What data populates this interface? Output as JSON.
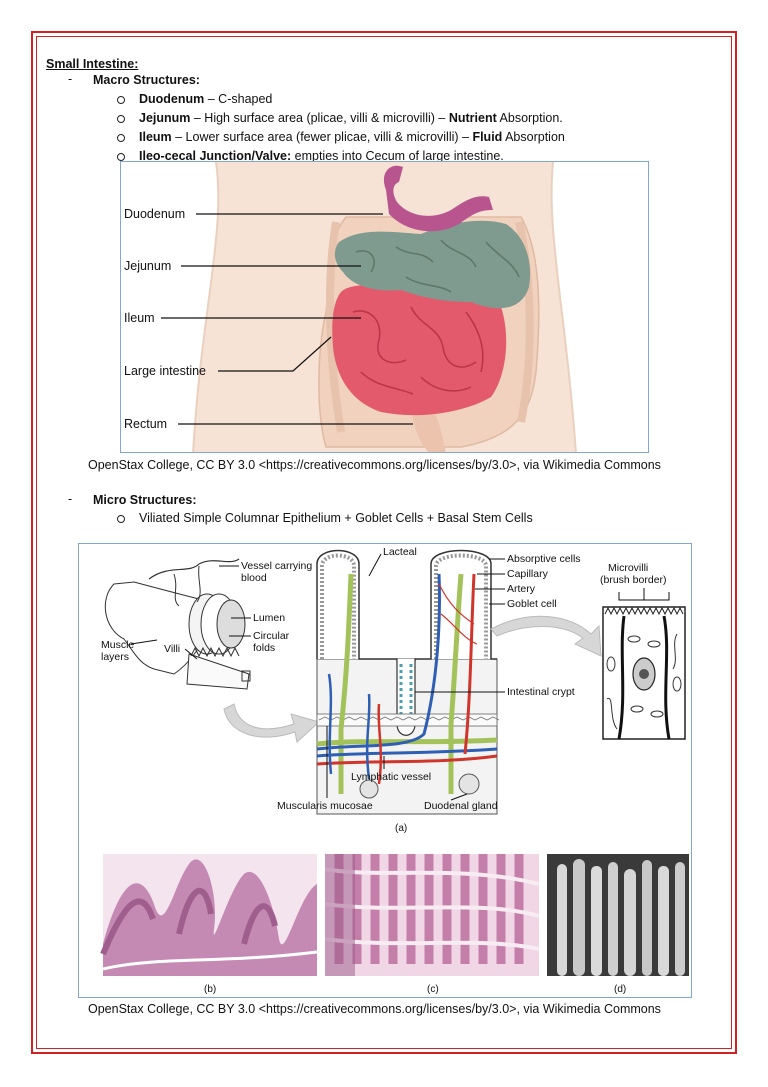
{
  "heading": "Small Intestine:",
  "macro": {
    "title": "Macro Structures:",
    "items": [
      {
        "term": "Duodenum",
        "text": " – C-shaped",
        "bold2": "",
        "text2": ""
      },
      {
        "term": "Jejunum",
        "text": " – High surface area (plicae, villi & microvilli) – ",
        "bold2": "Nutrient",
        "text2": " Absorption."
      },
      {
        "term": "Ileum",
        "text": " – Lower surface area (fewer plicae, villi & microvilli) – ",
        "bold2": "Fluid",
        "text2": " Absorption"
      },
      {
        "term": "Ileo-cecal Junction/Valve:",
        "text": " empties into Cecum of large intestine.",
        "bold2": "",
        "text2": ""
      }
    ],
    "figure_labels": {
      "duodenum": "Duodenum",
      "jejunum": "Jejunum",
      "ileum": "Ileum",
      "large_intestine": "Large intestine",
      "rectum": "Rectum"
    },
    "caption": "OpenStax College, CC BY 3.0 <https://creativecommons.org/licenses/by/3.0>, via Wikimedia Commons"
  },
  "micro": {
    "title": "Micro Structures:",
    "item": "Viliated Simple Columnar Epithelium + Goblet Cells + Basal Stem Cells",
    "figure_labels": {
      "vessel_line1": "Vessel carrying",
      "vessel_line2": "blood",
      "lumen": "Lumen",
      "circular_line1": "Circular",
      "circular_line2": "folds",
      "muscle_line1": "Muscle",
      "muscle_line2": "layers",
      "villi": "Villi",
      "lacteal": "Lacteal",
      "absorptive": "Absorptive cells",
      "capillary": "Capillary",
      "artery": "Artery",
      "goblet": "Goblet cell",
      "microvilli_line1": "Microvilli",
      "microvilli_line2": "(brush border)",
      "crypt": "Intestinal crypt",
      "lymphatic": "Lymphatic vessel",
      "muscularis": "Muscularis mucosae",
      "duodenal": "Duodenal gland",
      "panel_a": "(a)",
      "panel_b": "(b)",
      "panel_c": "(c)",
      "panel_d": "(d)"
    },
    "caption": "OpenStax College, CC BY 3.0 <https://creativecommons.org/licenses/by/3.0>, via Wikimedia Commons"
  },
  "colors": {
    "frame": "#d42020",
    "figure_border": "#7fa6d6",
    "duodenum": "#b8558e",
    "jejunum": "#7f9a8e",
    "ileum": "#e25a6c",
    "large_intestine": "#f0d2bf",
    "lymph": "#a4c25a",
    "vein": "#2f5fb5",
    "artery": "#d0352c"
  }
}
